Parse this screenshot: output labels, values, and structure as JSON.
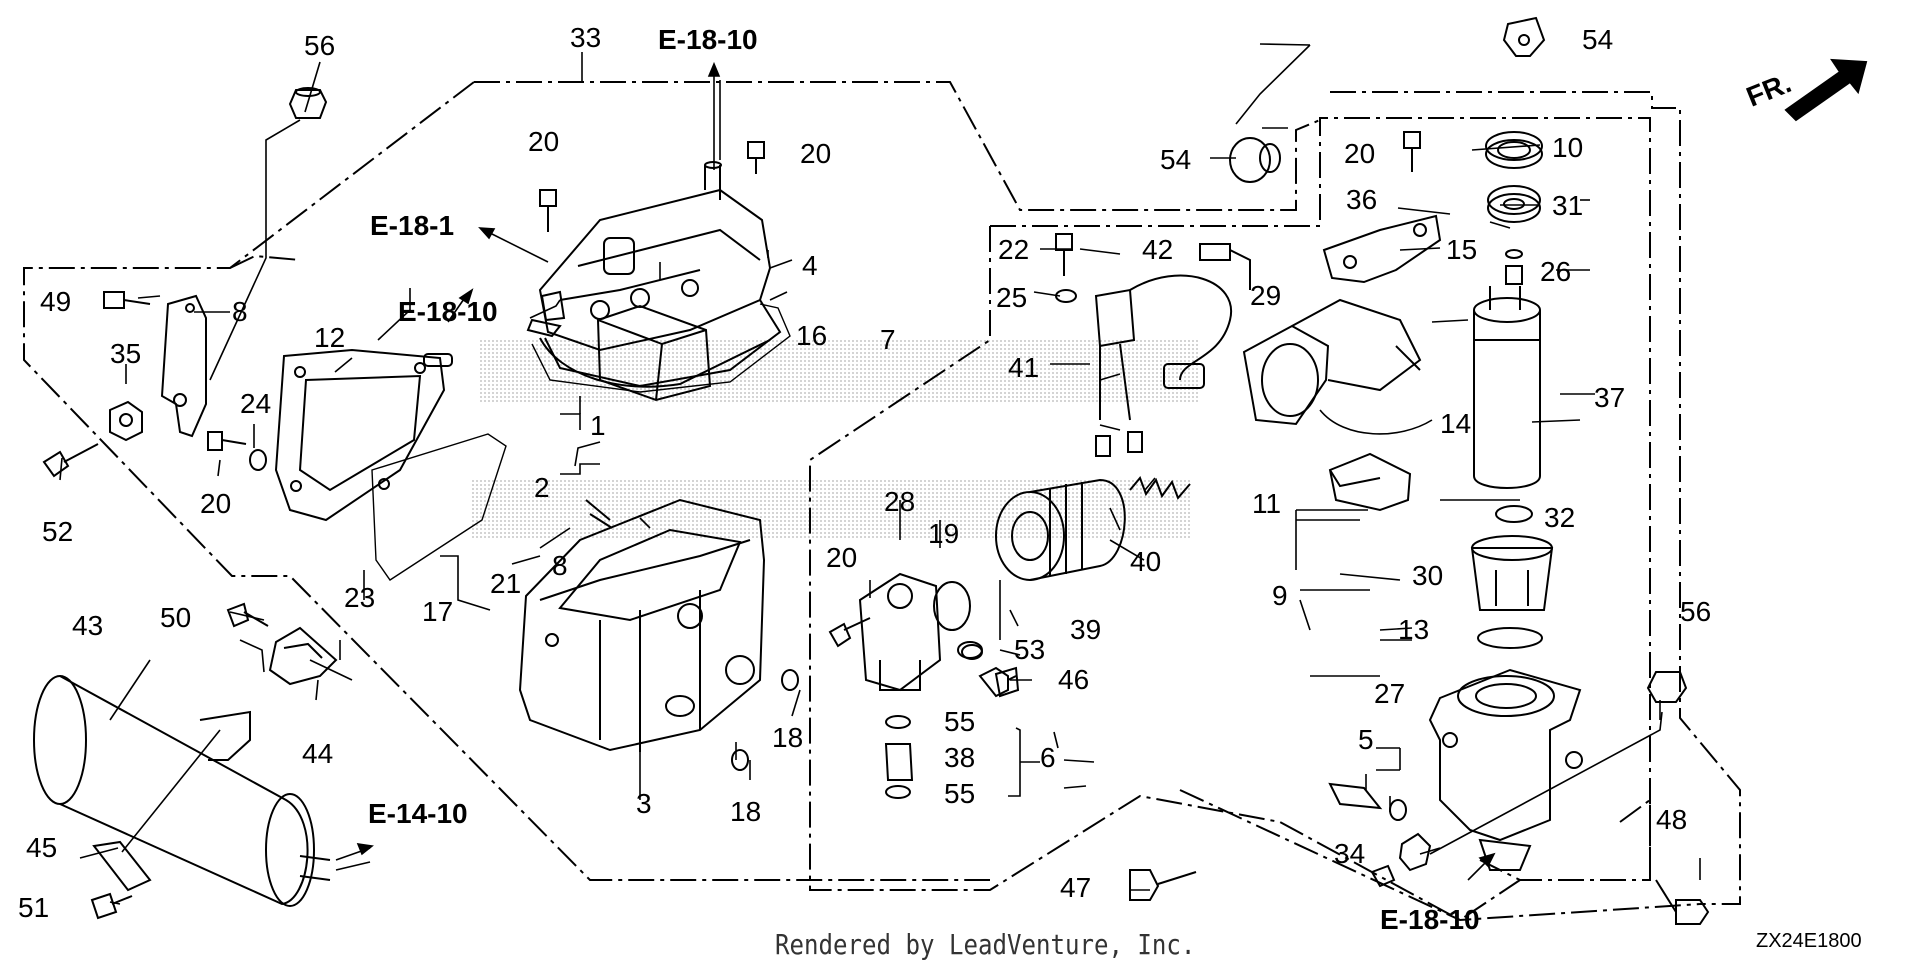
{
  "callouts": [
    {
      "n": "56"
    },
    {
      "n": "33"
    },
    {
      "n": "54"
    },
    {
      "n": "20"
    },
    {
      "n": "20"
    },
    {
      "n": "54"
    },
    {
      "n": "20"
    },
    {
      "n": "10"
    },
    {
      "n": "36"
    },
    {
      "n": "31"
    },
    {
      "n": "22"
    },
    {
      "n": "42"
    },
    {
      "n": "15"
    },
    {
      "n": "26"
    },
    {
      "n": "4"
    },
    {
      "n": "49"
    },
    {
      "n": "8"
    },
    {
      "n": "12"
    },
    {
      "n": "16"
    },
    {
      "n": "7"
    },
    {
      "n": "25"
    },
    {
      "n": "29"
    },
    {
      "n": "35"
    },
    {
      "n": "41"
    },
    {
      "n": "24"
    },
    {
      "n": "1"
    },
    {
      "n": "37"
    },
    {
      "n": "14"
    },
    {
      "n": "52"
    },
    {
      "n": "2"
    },
    {
      "n": "20"
    },
    {
      "n": "11"
    },
    {
      "n": "32"
    },
    {
      "n": "28"
    },
    {
      "n": "19"
    },
    {
      "n": "8"
    },
    {
      "n": "21"
    },
    {
      "n": "23"
    },
    {
      "n": "17"
    },
    {
      "n": "40"
    },
    {
      "n": "20"
    },
    {
      "n": "9"
    },
    {
      "n": "30"
    },
    {
      "n": "43"
    },
    {
      "n": "50"
    },
    {
      "n": "39"
    },
    {
      "n": "13"
    },
    {
      "n": "53"
    },
    {
      "n": "46"
    },
    {
      "n": "56"
    },
    {
      "n": "44"
    },
    {
      "n": "18"
    },
    {
      "n": "27"
    },
    {
      "n": "55"
    },
    {
      "n": "38"
    },
    {
      "n": "6"
    },
    {
      "n": "55"
    },
    {
      "n": "3"
    },
    {
      "n": "18"
    },
    {
      "n": "5"
    },
    {
      "n": "48"
    },
    {
      "n": "45"
    },
    {
      "n": "34"
    },
    {
      "n": "47"
    },
    {
      "n": "51"
    }
  ],
  "refs": [
    "E-18-10",
    "E-18-1",
    "E-18-10",
    "E-14-10",
    "E-18-10"
  ],
  "direction_label": "FR.",
  "footer_text": "Rendered by LeadVenture, Inc.",
  "diagram_code": "ZX24E1800"
}
